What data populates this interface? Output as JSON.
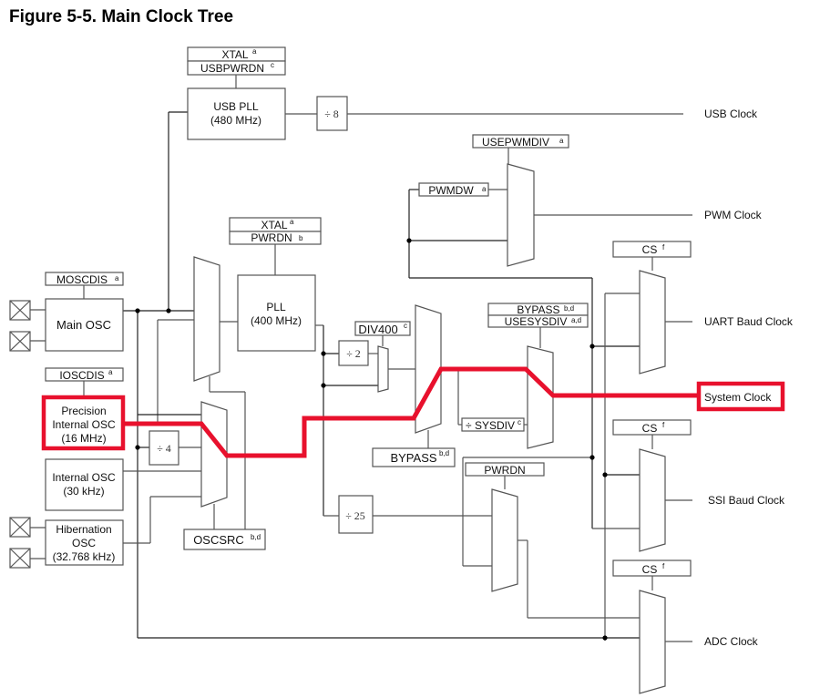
{
  "figure": {
    "title": "Figure 5-5. Main Clock Tree"
  },
  "highlight_color": "#e8112d",
  "oscillators": {
    "main_osc": "Main OSC",
    "piosc": [
      "Precision",
      "Internal OSC",
      "(16 MHz)"
    ],
    "internal_osc": [
      "Internal OSC",
      "(30 kHz)"
    ],
    "hibernation_osc": [
      "Hibernation",
      "OSC",
      "(32.768 kHz)"
    ]
  },
  "plls": {
    "usb_pll": [
      "USB PLL",
      "(480 MHz)"
    ],
    "pll": [
      "PLL",
      "(400 MHz)"
    ]
  },
  "dividers": {
    "div8": "÷ 8",
    "div4": "÷ 4",
    "div2": "÷ 2",
    "div25": "÷ 25",
    "sysdiv": "÷ SYSDIV",
    "sysdiv_sup": "c"
  },
  "controls": {
    "usb_xtal": "XTAL",
    "usb_xtal_sup": "a",
    "usbpwrdn": "USBPWRDN",
    "usbpwrdn_sup": "c",
    "pll_xtal": "XTAL",
    "pll_xtal_sup": "a",
    "pll_pwrdn": "PWRDN",
    "pll_pwrdn_sup": "b",
    "moscdis": "MOSCDIS",
    "moscdis_sup": "a",
    "ioscdis": "IOSCDIS",
    "ioscdis_sup": "a",
    "oscsrc": "OSCSRC",
    "oscsrc_sup": "b,d",
    "div400": "DIV400",
    "div400_sup": "c",
    "bypass1": "BYPASS",
    "bypass1_sup": "b,d",
    "bypass2": "BYPASS",
    "bypass2_sup": "b,d",
    "usesysdiv": "USESYSDIV",
    "usesysdiv_sup": "a,d",
    "usepwmdiv": "USEPWMDIV",
    "usepwmdiv_sup": "a",
    "pwmdw": "PWMDW",
    "pwmdw_sup": "a",
    "pwrdn": "PWRDN",
    "cs_uart": "CS",
    "cs_uart_sup": "f",
    "cs_ssi": "CS",
    "cs_ssi_sup": "f",
    "cs_adc": "CS",
    "cs_adc_sup": "f"
  },
  "outputs": {
    "usb_clock": "USB Clock",
    "pwm_clock": "PWM Clock",
    "uart_baud_clock": "UART Baud Clock",
    "system_clock": "System Clock",
    "ssi_baud_clock": "SSI Baud Clock",
    "adc_clock": "ADC Clock"
  }
}
